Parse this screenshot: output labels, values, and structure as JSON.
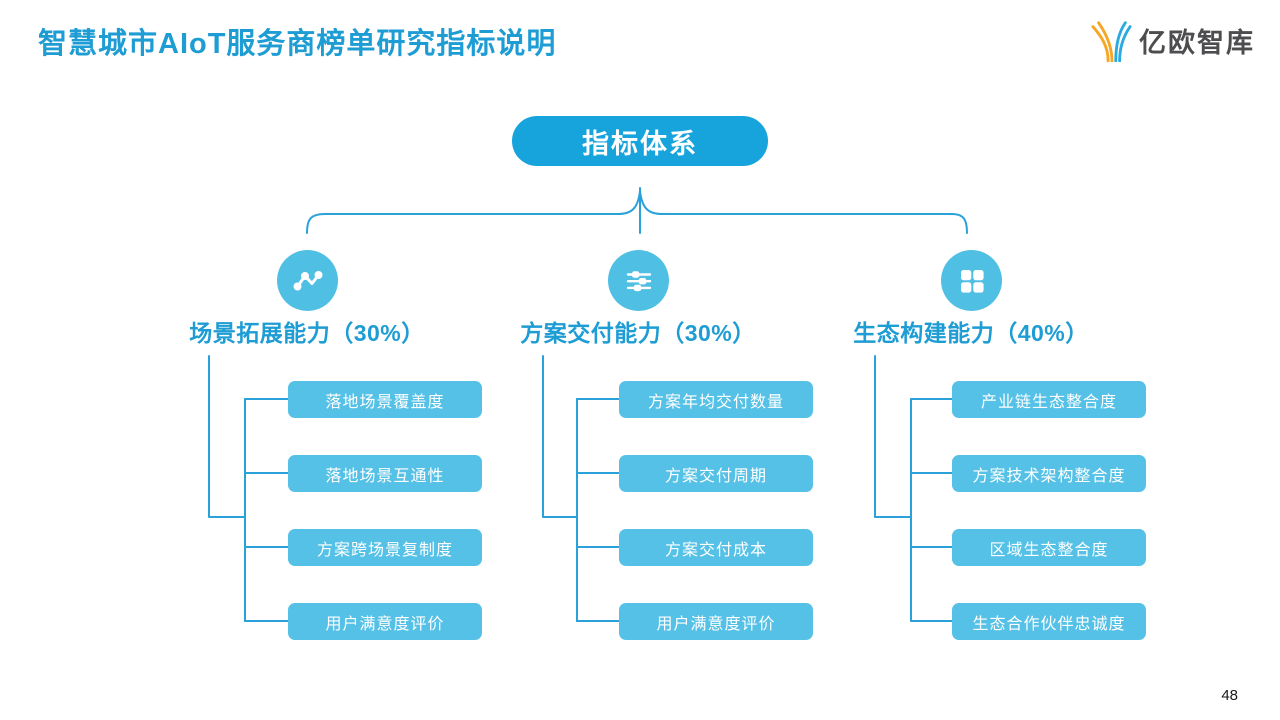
{
  "page": {
    "title": "智慧城市AIoT服务商榜单研究指标说明",
    "page_number": "48"
  },
  "logo": {
    "text": "亿欧智库",
    "mark_icon": "eo-y-mark-icon"
  },
  "root": {
    "label": "指标体系"
  },
  "colors": {
    "primary_blue": "#1E9CD4",
    "pill_blue": "#17A3DC",
    "node_light_blue": "#55C1E6",
    "circle_blue": "#4FBFE4",
    "connector_blue": "#2AA2D9",
    "logo_orange": "#F6A623",
    "logo_blue": "#29ABE2",
    "logo_text_gray": "#4D4D50"
  },
  "columns": [
    {
      "icon": "pulse-chart-icon",
      "label": "场景拓展能力（30%）",
      "items": [
        "落地场景覆盖度",
        "落地场景互通性",
        "方案跨场景复制度",
        "用户满意度评价"
      ]
    },
    {
      "icon": "sliders-icon",
      "label": "方案交付能力（30%）",
      "items": [
        "方案年均交付数量",
        "方案交付周期",
        "方案交付成本",
        "用户满意度评价"
      ]
    },
    {
      "icon": "grid-icon",
      "label": "生态构建能力（40%）",
      "items": [
        "产业链生态整合度",
        "方案技术架构整合度",
        "区域生态整合度",
        "生态合作伙伴忠诚度"
      ]
    }
  ]
}
